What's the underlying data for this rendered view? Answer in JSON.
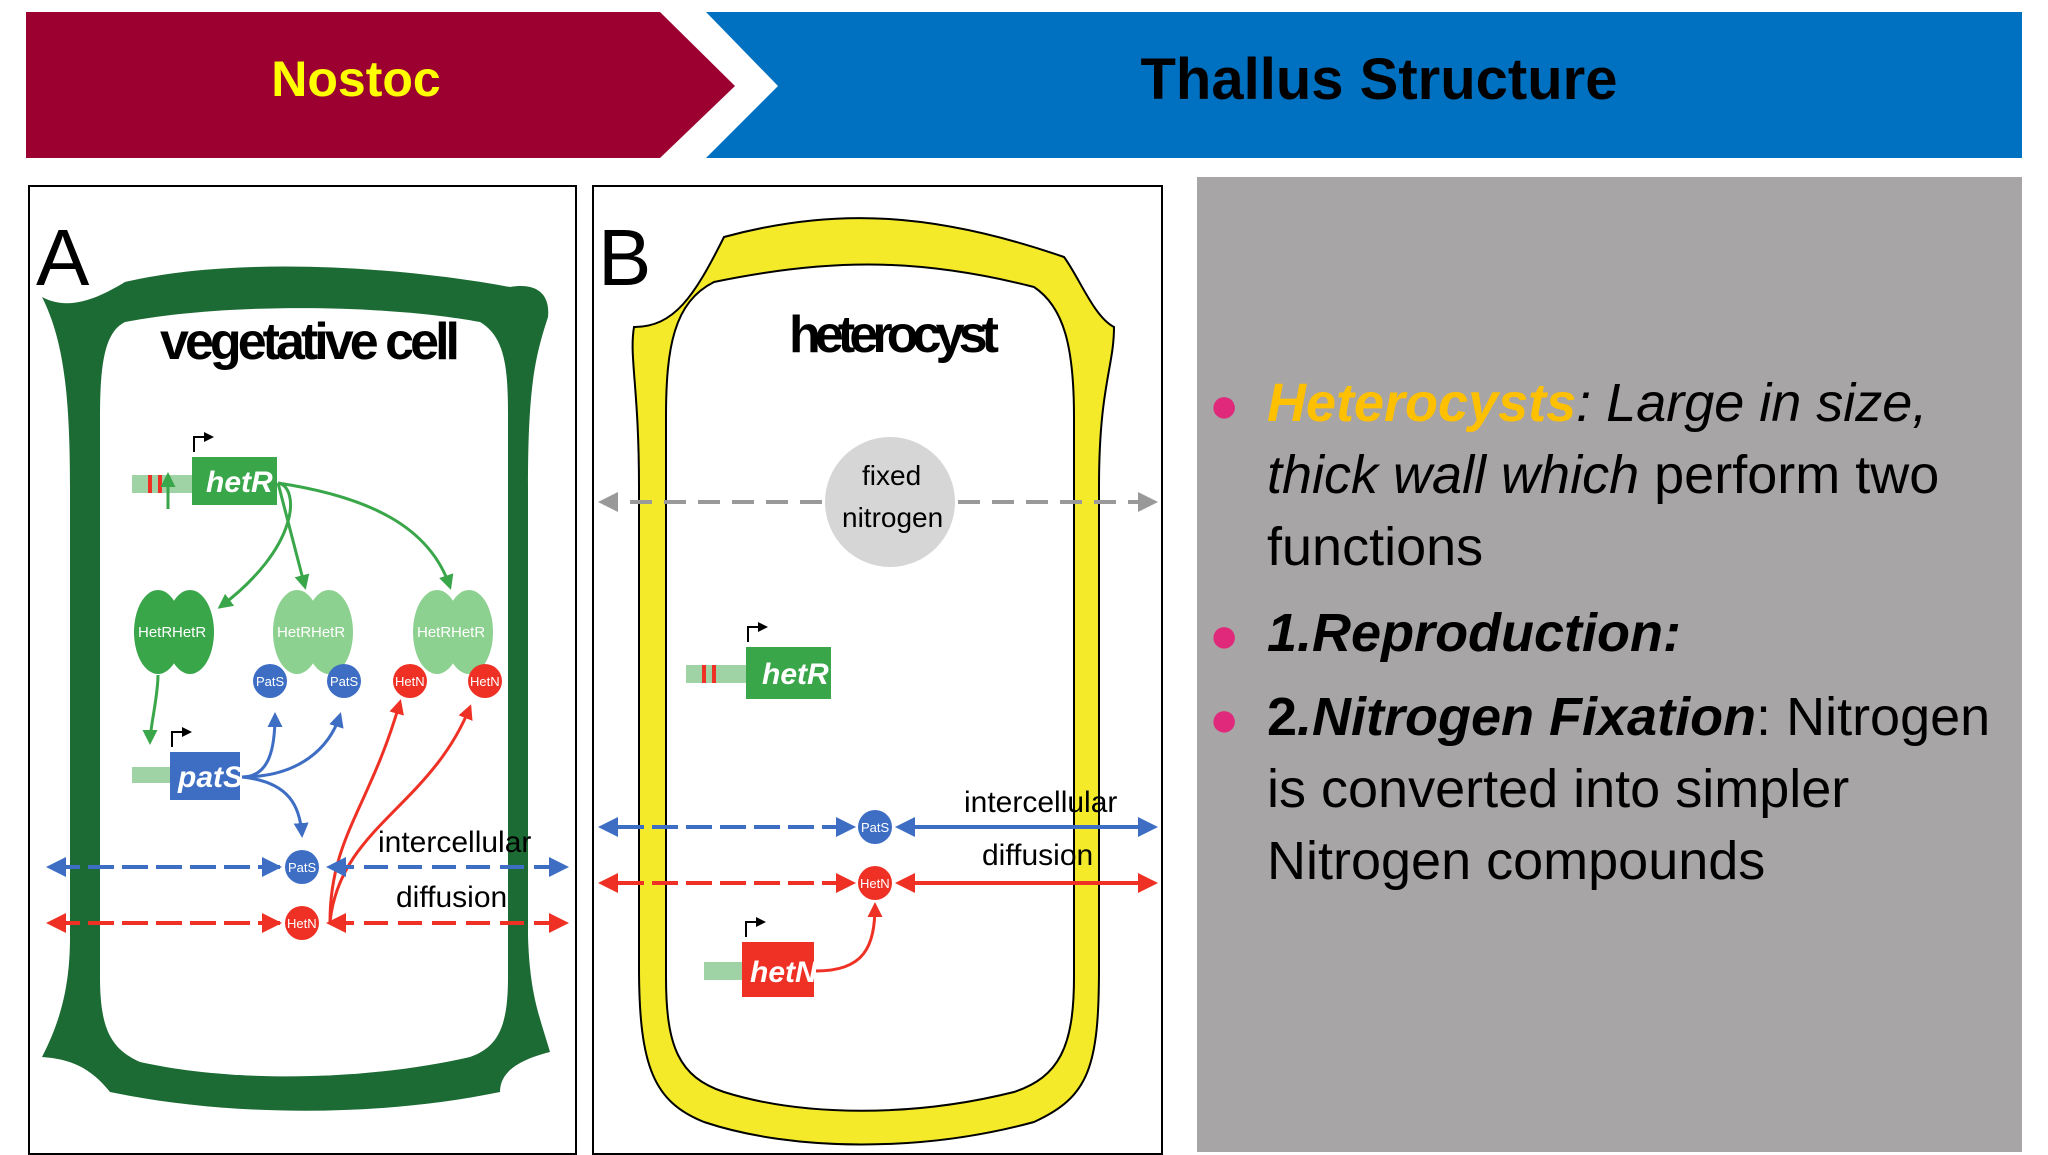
{
  "banner": {
    "left_title": "Nostoc",
    "right_title": "Thallus Structure",
    "left_color": "#9b0030",
    "right_color": "#0070c0"
  },
  "panel_a": {
    "letter": "A",
    "title": "vegetative cell",
    "gene_hetR": "hetR",
    "gene_patS": "patS",
    "protein_hetR": "HetR",
    "protein_patS": "PatS",
    "protein_hetN": "HetN",
    "diffusion_line1": "intercellular",
    "diffusion_line2": "diffusion",
    "wall_color": "#1d6b34"
  },
  "panel_b": {
    "letter": "B",
    "title": "heterocyst",
    "fixed_line1": "fixed",
    "fixed_line2": "nitrogen",
    "gene_hetR": "hetR",
    "gene_hetN": "hetN",
    "protein_patS": "PatS",
    "protein_hetN": "HetN",
    "diffusion_line1": "intercellular",
    "diffusion_line2": "diffusion",
    "wall_color": "#f4ea2a"
  },
  "text_panel": {
    "bullet1_highlight": "Heterocysts",
    "bullet1_rest": ": Large in size, thick wall which",
    "bullet1_tail": "perform two functions",
    "bullet2": "1.Reproduction:",
    "bullet3_num": "2",
    "bullet3_title": ".Nitrogen Fixation",
    "bullet3_colon": ":",
    "bullet3_body": "Nitrogen is converted into simpler Nitrogen compounds",
    "bullet_color": "#e0297a",
    "highlight_color": "#ffc000"
  }
}
